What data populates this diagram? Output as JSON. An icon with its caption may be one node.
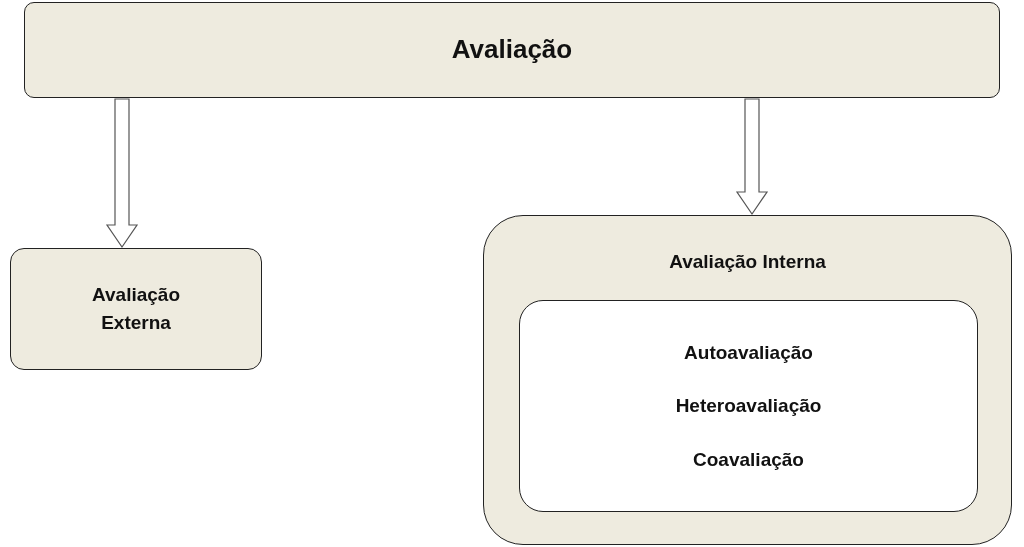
{
  "diagram": {
    "nodes": [
      {
        "text": [
          "Avaliação"
        ]
      },
      {
        "text": [
          "Avaliação Externa"
        ]
      },
      {
        "text": [
          "Avaliação Interna"
        ]
      },
      {
        "text": [
          "Autoavaliação",
          "Heteroavaliação",
          "Coavaliação"
        ],
        "in": 2
      }
    ],
    "edges": [
      {
        "from": 0,
        "to": 1,
        "arrow": "to"
      },
      {
        "from": 0,
        "to": 2,
        "arrow": "to"
      }
    ]
  }
}
